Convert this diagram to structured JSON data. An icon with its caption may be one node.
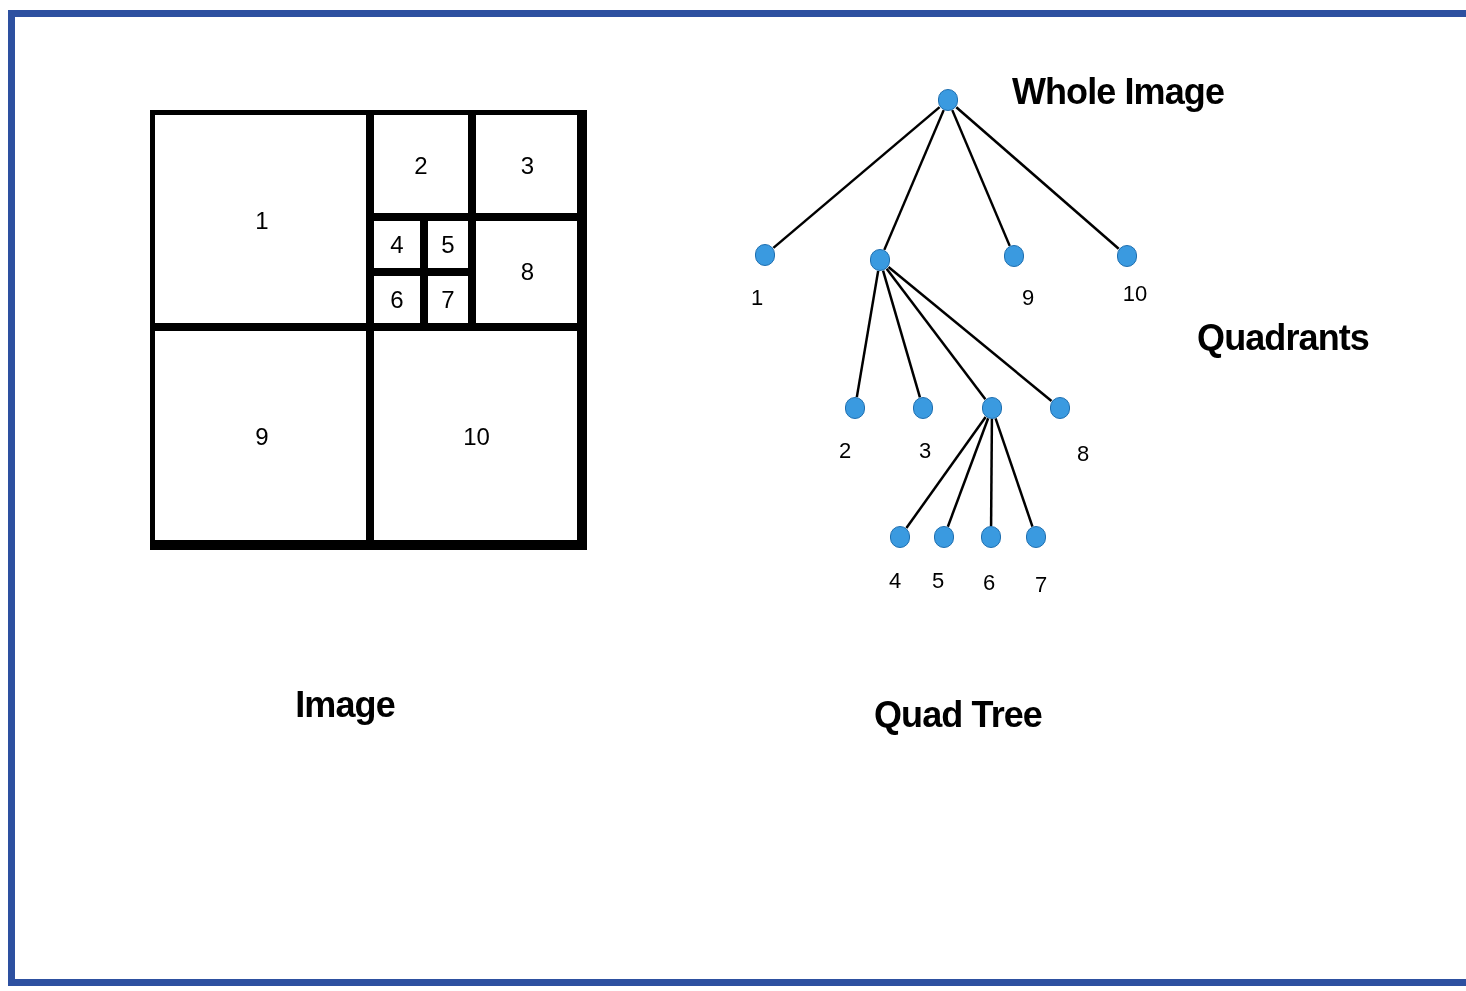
{
  "diagram": {
    "nodes": [
      {
        "text": [],
        "shape": "box"
      },
      {
        "text": [
          "1"
        ],
        "in": 0
      },
      {
        "text": [
          "2"
        ],
        "in": 0
      },
      {
        "text": [
          "3"
        ],
        "in": 0
      },
      {
        "text": [
          "4"
        ],
        "in": 0
      },
      {
        "text": [
          "5"
        ],
        "in": 0
      },
      {
        "text": [
          "6"
        ],
        "in": 0
      },
      {
        "text": [
          "7"
        ],
        "in": 0
      },
      {
        "text": [
          "8"
        ],
        "in": 0
      },
      {
        "text": [
          "9"
        ],
        "in": 0
      },
      {
        "text": [
          "10"
        ],
        "in": 0
      },
      {
        "text": [],
        "shape": "circle",
        "beside": [
          "Whole Image"
        ]
      },
      {
        "text": [],
        "shape": "circle",
        "beside": [
          "1"
        ]
      },
      {
        "text": [],
        "shape": "circle"
      },
      {
        "text": [],
        "shape": "circle",
        "beside": [
          "9"
        ]
      },
      {
        "text": [],
        "shape": "circle",
        "beside": [
          "10"
        ]
      },
      {
        "text": [],
        "shape": "circle",
        "beside": [
          "2"
        ]
      },
      {
        "text": [],
        "shape": "circle",
        "beside": [
          "3"
        ]
      },
      {
        "text": [],
        "shape": "circle"
      },
      {
        "text": [],
        "shape": "circle",
        "beside": [
          "8"
        ]
      },
      {
        "text": [],
        "shape": "circle",
        "beside": [
          "4"
        ]
      },
      {
        "text": [],
        "shape": "circle",
        "beside": [
          "5"
        ]
      },
      {
        "text": [],
        "shape": "circle",
        "beside": [
          "6"
        ]
      },
      {
        "text": [],
        "shape": "circle",
        "beside": [
          "7"
        ]
      }
    ],
    "edges": [
      {
        "from": 11,
        "to": 12,
        "arrow": "none"
      },
      {
        "from": 11,
        "to": 13,
        "arrow": "none"
      },
      {
        "from": 11,
        "to": 14,
        "arrow": "none"
      },
      {
        "from": 11,
        "to": 15,
        "arrow": "none"
      },
      {
        "from": 13,
        "to": 16,
        "arrow": "none"
      },
      {
        "from": 13,
        "to": 17,
        "arrow": "none"
      },
      {
        "from": 13,
        "to": 18,
        "arrow": "none"
      },
      {
        "from": 13,
        "to": 19,
        "arrow": "none"
      },
      {
        "from": 18,
        "to": 20,
        "arrow": "none"
      },
      {
        "from": 18,
        "to": 21,
        "arrow": "none"
      },
      {
        "from": 18,
        "to": 22,
        "arrow": "none"
      },
      {
        "from": 18,
        "to": 23,
        "arrow": "none"
      }
    ],
    "labels": [
      "Quadrants",
      "Image",
      "Quad Tree"
    ]
  }
}
